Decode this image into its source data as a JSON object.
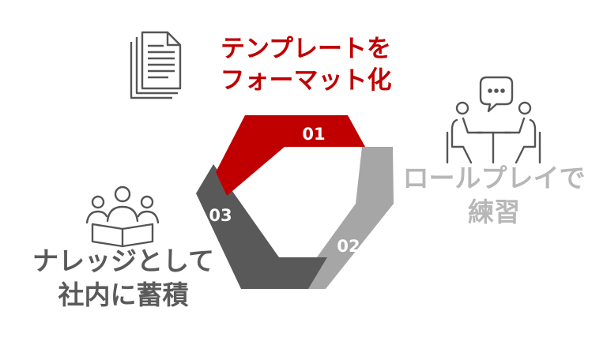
{
  "steps": [
    {
      "number": "01",
      "lines": [
        "テンプレートを",
        "フォーマット化"
      ],
      "color": "#c00000",
      "icon": "document-stack-icon"
    },
    {
      "number": "02",
      "lines": [
        "ロールプレイで",
        "練習"
      ],
      "color": "#a6a6a6",
      "icon": "meeting-chat-icon"
    },
    {
      "number": "03",
      "lines": [
        "ナレッジとして",
        "社内に蓄積"
      ],
      "color": "#595959",
      "icon": "group-reading-icon"
    }
  ],
  "colors": {
    "step1": "#c00000",
    "step2": "#a6a6a6",
    "step3": "#595959",
    "icon_stroke": "#555555"
  }
}
